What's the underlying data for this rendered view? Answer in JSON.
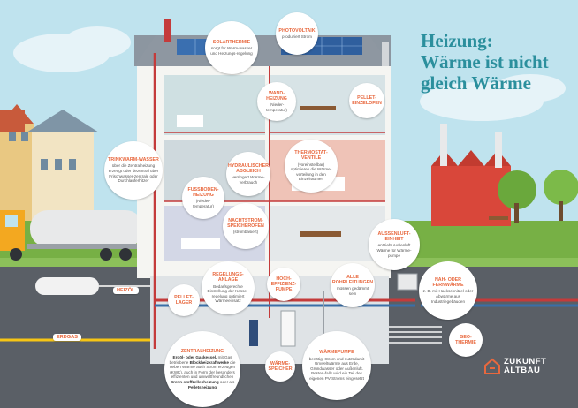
{
  "title": {
    "line1": "Heizung:",
    "line2": "Wärme ist nicht",
    "line3": "gleich Wärme"
  },
  "logo": {
    "line1": "ZUKUNFT",
    "line2": "ALTBAU"
  },
  "bubbles": {
    "solarthermie": {
      "h": "SOLARTHERMIE",
      "b": "sorgt für Warm-wasser und Heizungs-regelung"
    },
    "photovoltaik": {
      "h": "PHOTOVOLTAIK",
      "b": "produziert Strom"
    },
    "wandheizung": {
      "h": "WAND-HEIZUNG",
      "b": "(Nieder-temperatur)"
    },
    "pellet_einzelofen": {
      "h": "PELLET-EINZELOFEN",
      "b": ""
    },
    "trinkwarmwasser": {
      "h": "TRINKWARM-WASSER",
      "b": "über die Zentralheizung erzeugt oder dezentral über Frischwasser-zentrale oder Durchlauferhitzer"
    },
    "thermostatventile": {
      "h": "THERMOSTAT-VENTILE",
      "b": "(voreinstellbar) optimieren die Wärme-verteilung in den Einzelräumen"
    },
    "hydraulischer_abgleich": {
      "h": "HYDRAULISCHER ABGLEICH",
      "b": "verringert Wärme-verbrauch"
    },
    "fussbodenheizung": {
      "h": "FUSSBODEN-HEIZUNG",
      "b": "(Nieder-temperatur)"
    },
    "nachtstrom": {
      "h": "NACHTSTROM-SPEICHEROFEN",
      "b": "(strombasiert)"
    },
    "aussenluft": {
      "h": "AUSSENLUFT-EINHEIT",
      "b": "entzieht Außenluft Wärme für Wärme-pumpe"
    },
    "regelungsanlage": {
      "h": "REGELUNGS-ANLAGE",
      "b": "Bedarfsgerechte Einstellung der Kessel-regelung optimiert Wärmeeinsatz"
    },
    "hocheffizienz": {
      "h": "HOCH-EFFIZIENZ-PUMPE",
      "b": ""
    },
    "rohrleitungen": {
      "h": "ALLE ROHRLEITUNGEN",
      "b": "müssen gedämmt sein"
    },
    "nahwaerme": {
      "h": "NAH- ODER FERNWÄRME",
      "b": "z. B. mit Hackschnitzel oder Abwärme aus Industriegebäuden"
    },
    "pelletlager": {
      "h": "PELLET-LAGER",
      "b": ""
    },
    "waermepumpe": {
      "h": "WÄRMEPUMPE",
      "b": "benötigt Strom und nutzt damit Umweltwärme aus Erde, Grundwasser oder Außenluft. Besten-falls wird ein Teil des eigenen PV-Stroms eingesetzt"
    },
    "zentralheizung": {
      "h": "ZENTRALHEIZUNG",
      "b1": "Erdöl- oder Gaskessel,",
      "b2": " mit Gas betriebene ",
      "b3": "Blockheizkraftwerke",
      "b4": " die neben Wärme auch Strom erzeugen (KWK), auch in Form der besonders effizienten und umweltfreundlichen ",
      "b5": "Brenn-stoffzellenheizung",
      "b6": " oder als ",
      "b7": "Pelletsheizung"
    },
    "waermespeicher": {
      "h": "WÄRME-SPEICHER",
      "b": ""
    },
    "geothermie": {
      "h": "GEO-THERMIE",
      "b": ""
    }
  },
  "tags": {
    "heizoel": "HEIZÖL",
    "erdgas": "ERDGAS"
  },
  "colors": {
    "accent": "#e8683e",
    "title": "#2b8f9d",
    "pipe_red": "#c43b3b",
    "gas_yellow": "#f6c515",
    "road": "#5a5f66",
    "ground": "#77b045"
  }
}
